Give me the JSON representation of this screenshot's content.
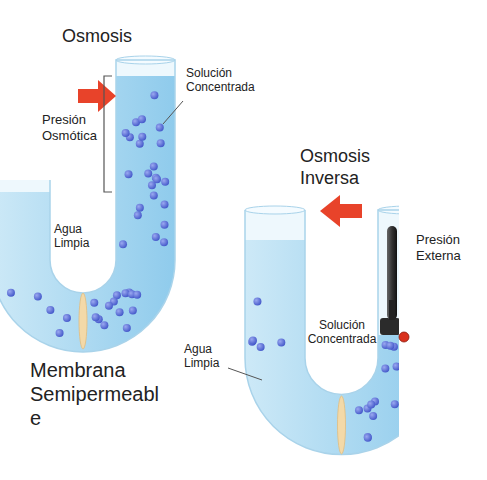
{
  "diagram": {
    "labels": [
      "Osmosis",
      "Solución Concentrada",
      "Presión Osmótica",
      "Agua Limpia",
      "Membrana Semipermeabl e",
      "Osmosis Inversa",
      "Presión Externa",
      "Agua Limpia",
      "Solución Concentrada"
    ]
  }
}
